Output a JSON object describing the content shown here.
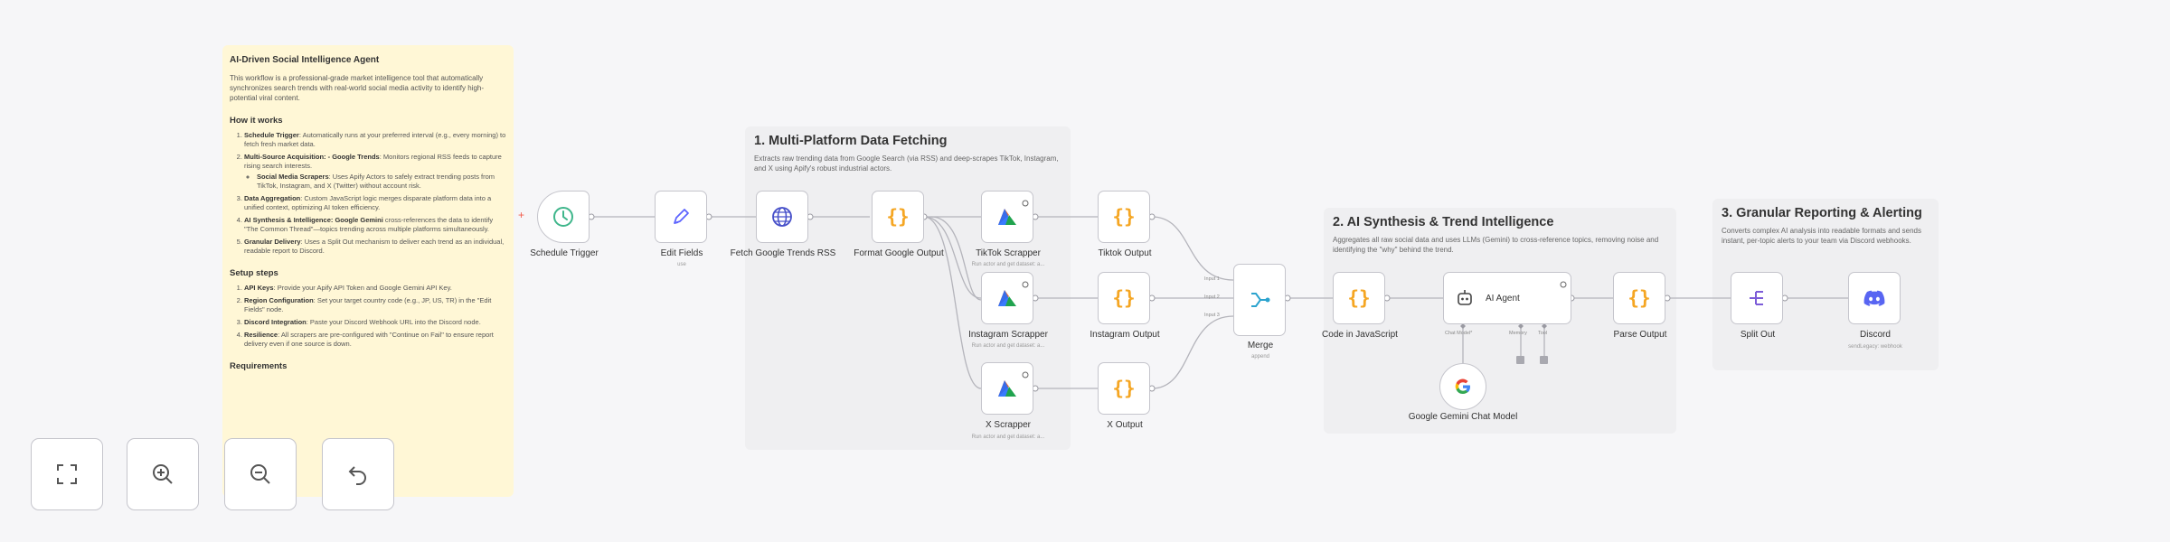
{
  "sticky_main": {
    "title": "AI-Driven Social Intelligence Agent",
    "intro": "This workflow is a professional-grade market intelligence tool that automatically synchronizes search trends with real-world social media activity to identify high-potential viral content.",
    "how_title": "How it works",
    "how_items": [
      {
        "bold": "Schedule Trigger",
        "text": ": Automatically runs at your preferred interval (e.g., every morning) to fetch fresh market data."
      },
      {
        "bold": "Multi-Source Acquisition: - Google Trends",
        "text": ": Monitors regional RSS feeds to capture rising search interests."
      },
      {
        "bold": "Data Aggregation",
        "text": ": Custom JavaScript logic merges disparate platform data into a unified context, optimizing AI token efficiency."
      },
      {
        "bold": "AI Synthesis & Intelligence: Google Gemini",
        "text": " cross-references the data to identify \"The Common Thread\"—topics trending across multiple platforms simultaneously."
      },
      {
        "bold": "Granular Delivery",
        "text": ": Uses a Split Out mechanism to deliver each trend as an individual, readable report to Discord."
      }
    ],
    "how_sub": {
      "bold": "Social Media Scrapers",
      "text": ": Uses Apify Actors to safely extract trending posts from TikTok, Instagram, and X (Twitter) without account risk."
    },
    "setup_title": "Setup steps",
    "setup_items": [
      {
        "bold": "API Keys",
        "text": ": Provide your Apify API Token and Google Gemini API Key."
      },
      {
        "bold": "Region Configuration",
        "text": ": Set your target country code (e.g., JP, US, TR) in the \"Edit Fields\" node."
      },
      {
        "bold": "Discord Integration",
        "text": ": Paste your Discord Webhook URL into the Discord node."
      },
      {
        "bold": "Resilience",
        "text": ": All scrapers are pre-configured with \"Continue on Fail\" to ensure report delivery even if one source is down."
      }
    ],
    "req_title": "Requirements"
  },
  "sticky_sections": [
    {
      "title": "1. Multi-Platform Data Fetching",
      "desc": "Extracts raw trending data from Google Search (via RSS) and deep-scrapes TikTok, Instagram, and X using Apify's robust industrial actors."
    },
    {
      "title": "2. AI Synthesis & Trend Intelligence",
      "desc": "Aggregates all raw social data and uses LLMs (Gemini) to cross-reference topics, removing noise and identifying the \"why\" behind the trend."
    },
    {
      "title": "3. Granular Reporting & Alerting",
      "desc": "Converts complex AI analysis into readable formats and sends instant, per-topic alerts to your team via Discord webhooks."
    }
  ],
  "nodes": {
    "schedule": {
      "label": "Schedule Trigger",
      "icon": "clock-icon"
    },
    "edit": {
      "label": "Edit Fields",
      "sub": "use",
      "icon": "pencil-icon"
    },
    "fetch": {
      "label": "Fetch Google Trends RSS",
      "icon": "globe-icon"
    },
    "format": {
      "label": "Format Google Output",
      "icon": "code-braces-icon"
    },
    "tiktok": {
      "label": "TikTok Scrapper",
      "sub": "Run actor and get dataset: a...",
      "icon": "apify-icon"
    },
    "instagram": {
      "label": "Instagram Scrapper",
      "sub": "Run actor and get dataset: a...",
      "icon": "apify-icon"
    },
    "x": {
      "label": "X Scrapper",
      "sub": "Run actor and get dataset: a...",
      "icon": "apify-icon"
    },
    "tiktok_out": {
      "label": "Tiktok Output",
      "icon": "code-braces-icon"
    },
    "instagram_out": {
      "label": "Instagram Output",
      "icon": "code-braces-icon"
    },
    "x_out": {
      "label": "X Output",
      "icon": "code-braces-icon"
    },
    "merge": {
      "label": "Merge",
      "sub": "append",
      "icon": "merge-icon",
      "inputs": [
        "Input 1",
        "Input 2",
        "Input 3"
      ]
    },
    "code": {
      "label": "Code in JavaScript",
      "icon": "code-braces-icon"
    },
    "agent": {
      "label": "AI Agent",
      "icon": "robot-icon",
      "ports": [
        "Chat Model*",
        "Memory",
        "Tool"
      ]
    },
    "gemini": {
      "label": "Google Gemini Chat Model",
      "icon": "google-icon"
    },
    "parse": {
      "label": "Parse Output",
      "icon": "code-braces-icon"
    },
    "split": {
      "label": "Split Out",
      "icon": "split-icon"
    },
    "discord": {
      "label": "Discord",
      "sub": "sendLegacy: webhook",
      "icon": "discord-icon"
    }
  },
  "controls": [
    "fit-view",
    "zoom-in",
    "zoom-out",
    "undo"
  ],
  "colors": {
    "accent": "#ff6d5a",
    "code": "#f5a623",
    "apify_orange": "#f26c2b",
    "apify_blue": "#246dff",
    "apify_green": "#20a34e",
    "discord": "#5865f2",
    "split": "#7c5cd8",
    "merge": "#2ba3ce",
    "schedule": "#3fb68b",
    "fetch": "#4750c9",
    "edit": "#5c63ff"
  }
}
